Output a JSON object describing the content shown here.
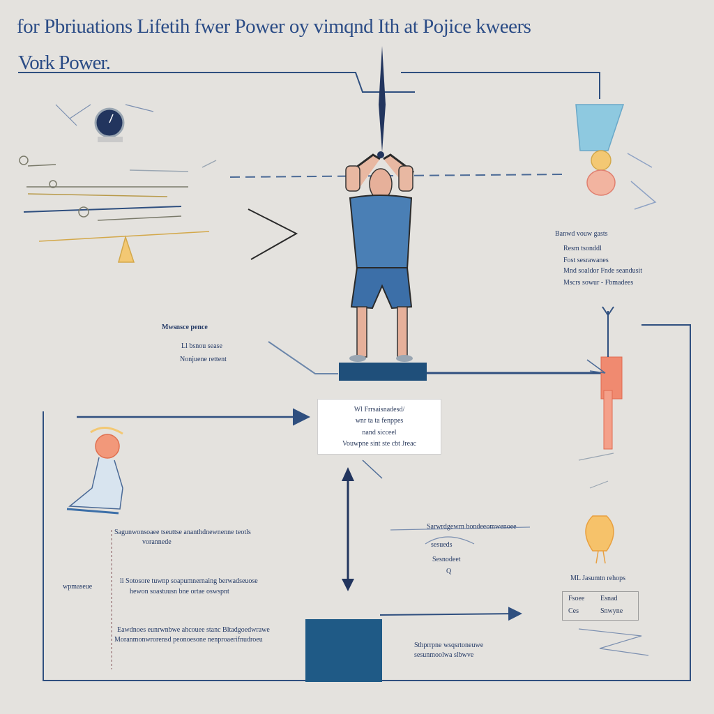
{
  "title": "for Pbriuations Lifetih fwer Power oy vimqnd Ith at Pojice kweers",
  "subtitle": "Vork Power.",
  "top_right_labels": [
    "Banwd vouw gasts",
    "Resm tsonddl",
    "Fost sesrawanes",
    "Mnd soaldor Fnde seandusit",
    "Mscrs sowur - Fbmadees"
  ],
  "mid_left_labels": [
    "Mwsnsce pence",
    "Ll bsnou sease",
    "Nonjuene rettent"
  ],
  "center_box_lines": [
    "Wl Frrsaisnadesd/",
    "wnr ta ta fenppes",
    "nand sicceel",
    "Vouwpne sint ste cbt Jreac"
  ],
  "right_mid_label": "ML Jasumtn rehops",
  "right_legend": [
    "Fsoee",
    "Esnad",
    "Ces",
    "Snwyne"
  ],
  "bottom_center_labels": [
    "Sarwrdgewrn bondeeomwenoee",
    "sesueds",
    "Sesnodeet",
    "Q"
  ],
  "bottom_left_labels": [
    "Sagunwonsoaee tseuttse ananthdnewnenne teotls",
    "vorannede",
    "wpmaseue",
    "li Sotosore tuwnp soapumnernaing berwadseuose",
    "hewon soastuusn bne ortae oswspnt",
    "Eawdnoes eunrwnbwe ahcouee stanc Bltadgoedwrawe",
    "Moranmonwrorensd peonoesone nenproaerifnudroeu"
  ],
  "bottom_right_labels": [
    "Sthprrpne wsqsrtoneuwe",
    "sesunmoolwa slbwve"
  ],
  "colors": {
    "background": "#e4e2de",
    "navy": "#2f4f7f",
    "shirt": "#4a7fb5",
    "platform": "#1f4f7a",
    "accent_red": "#f07a5a",
    "accent_gold": "#e8b84a"
  }
}
